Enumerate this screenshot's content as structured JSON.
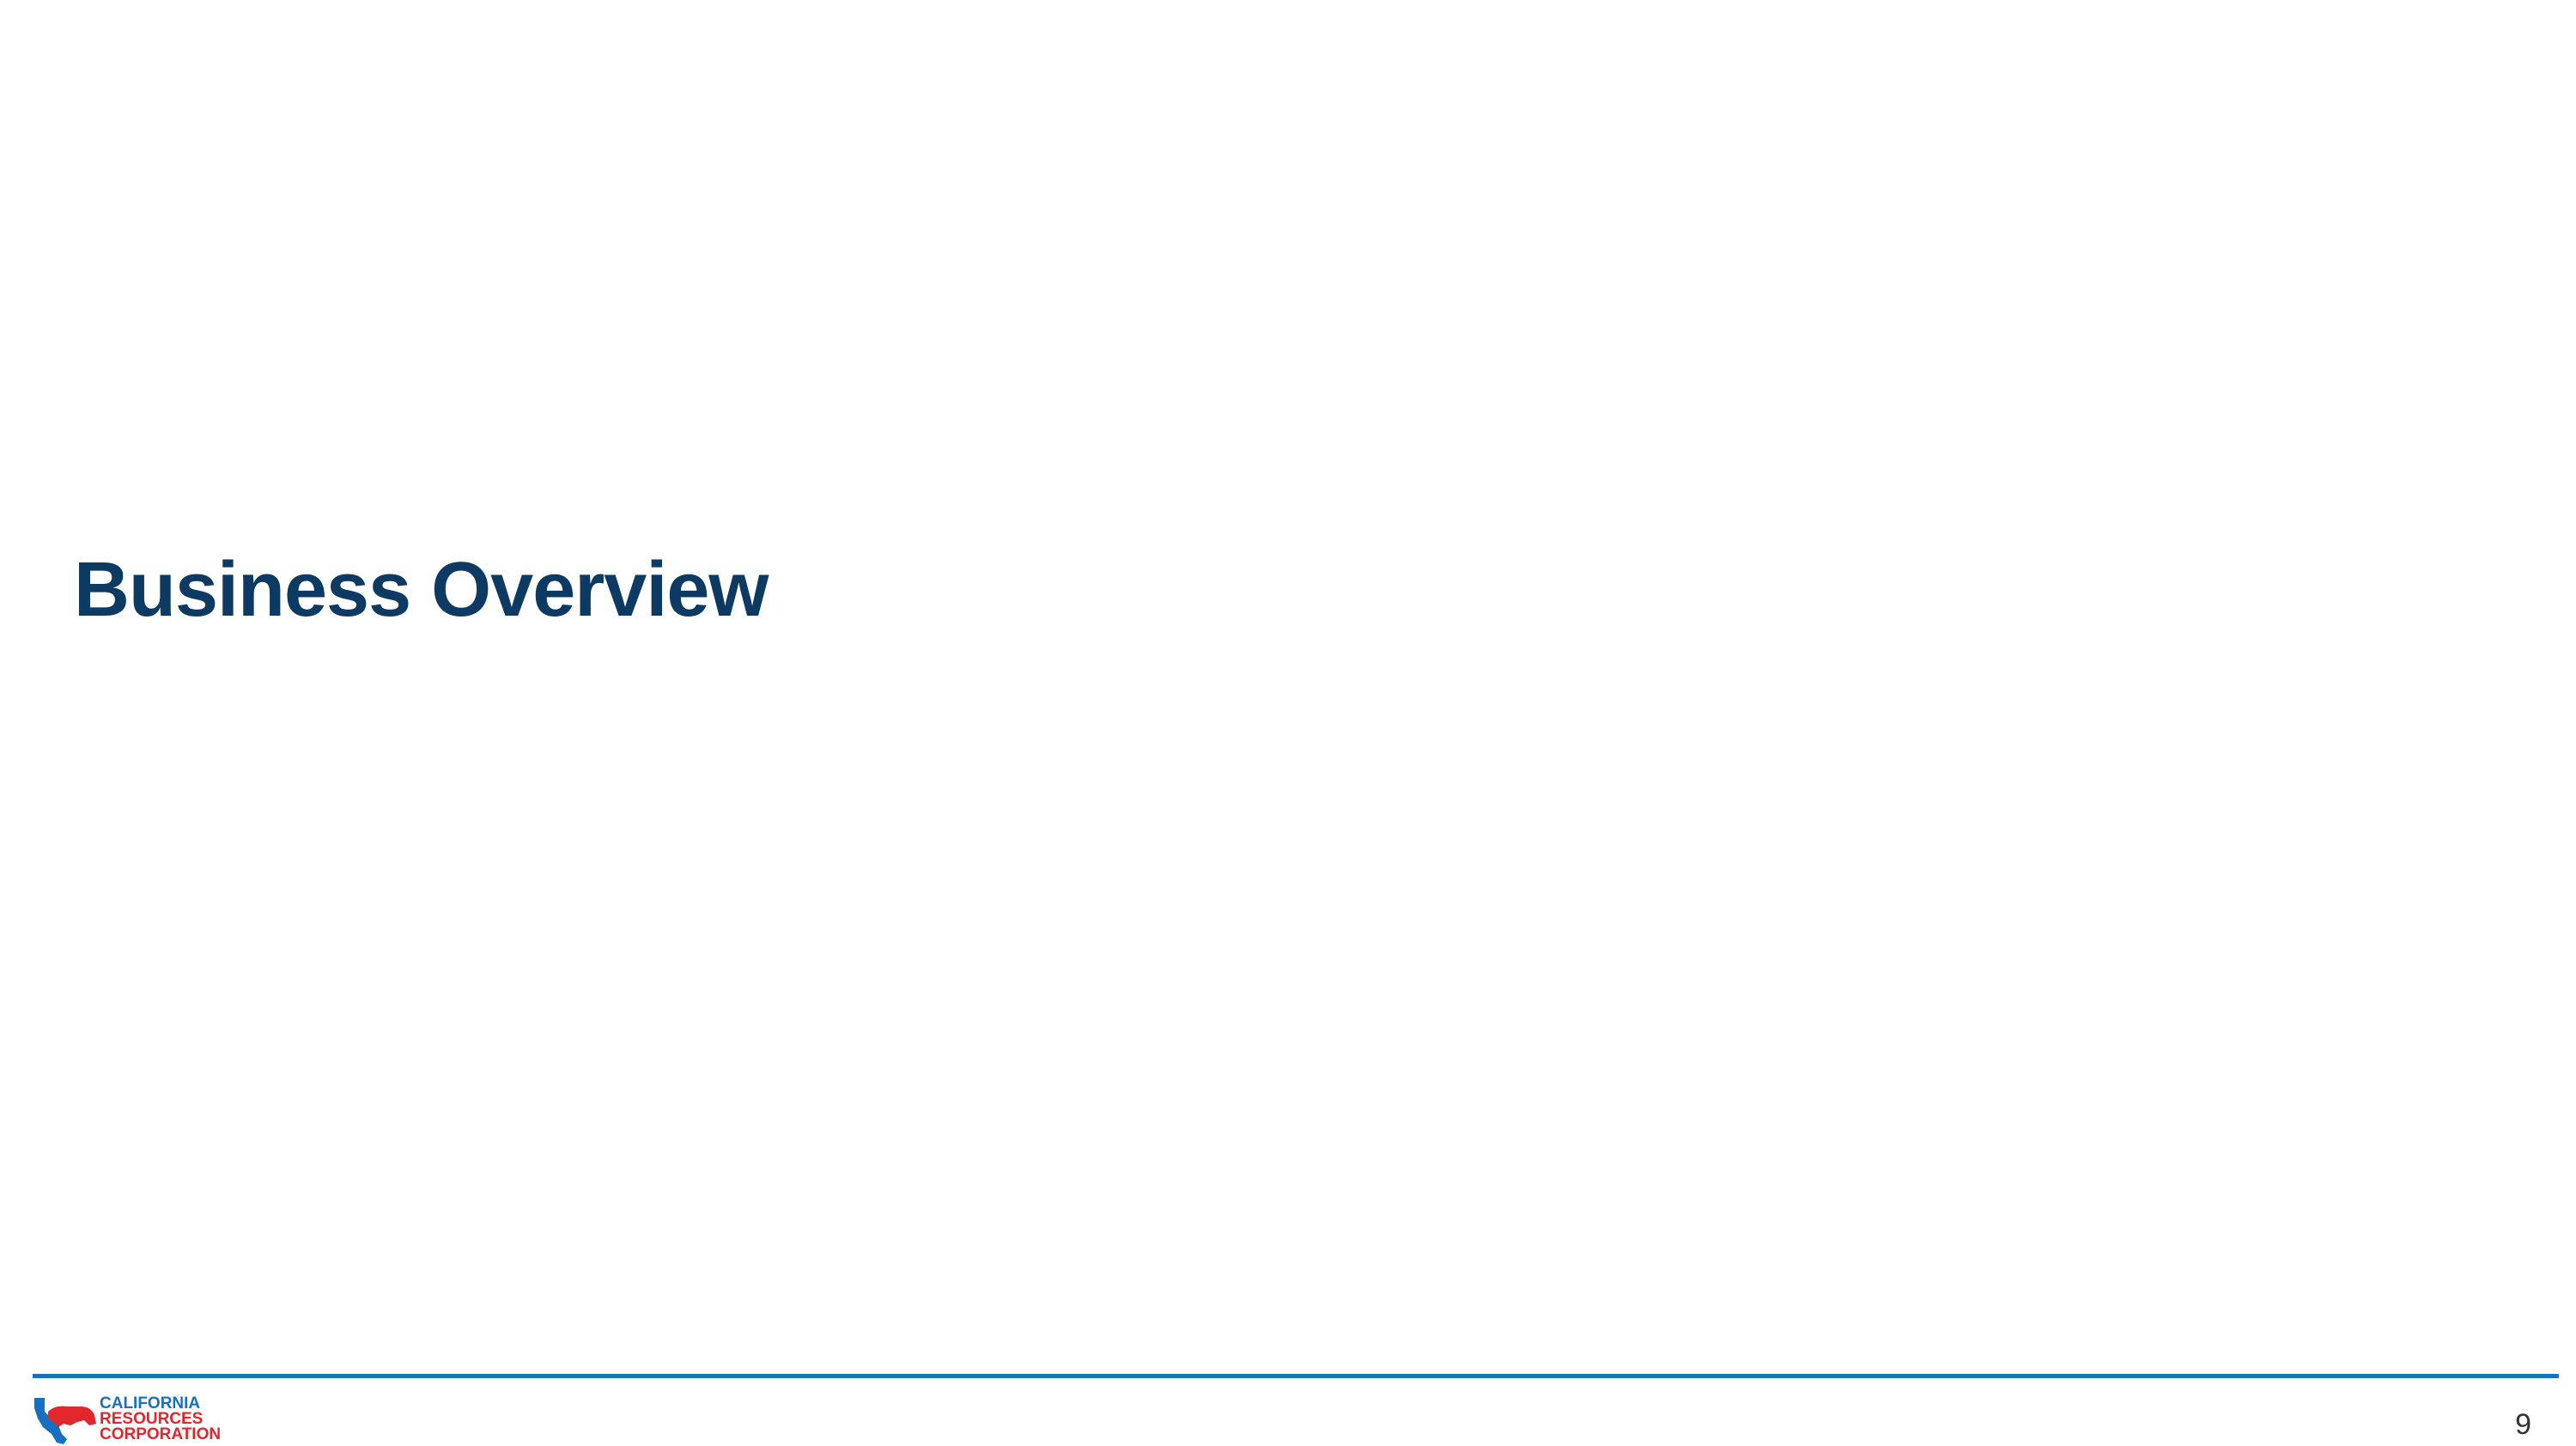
{
  "slide": {
    "title": "Business Overview",
    "page_number": "9"
  },
  "footer": {
    "logo": {
      "line1": "CALIFORNIA",
      "line2": "RESOURCES",
      "line3": "CORPORATION"
    }
  },
  "colors": {
    "title": "#0d3a62",
    "rule": "#1670bf",
    "logo_blue": "#1670bf",
    "logo_red": "#e1262c"
  }
}
